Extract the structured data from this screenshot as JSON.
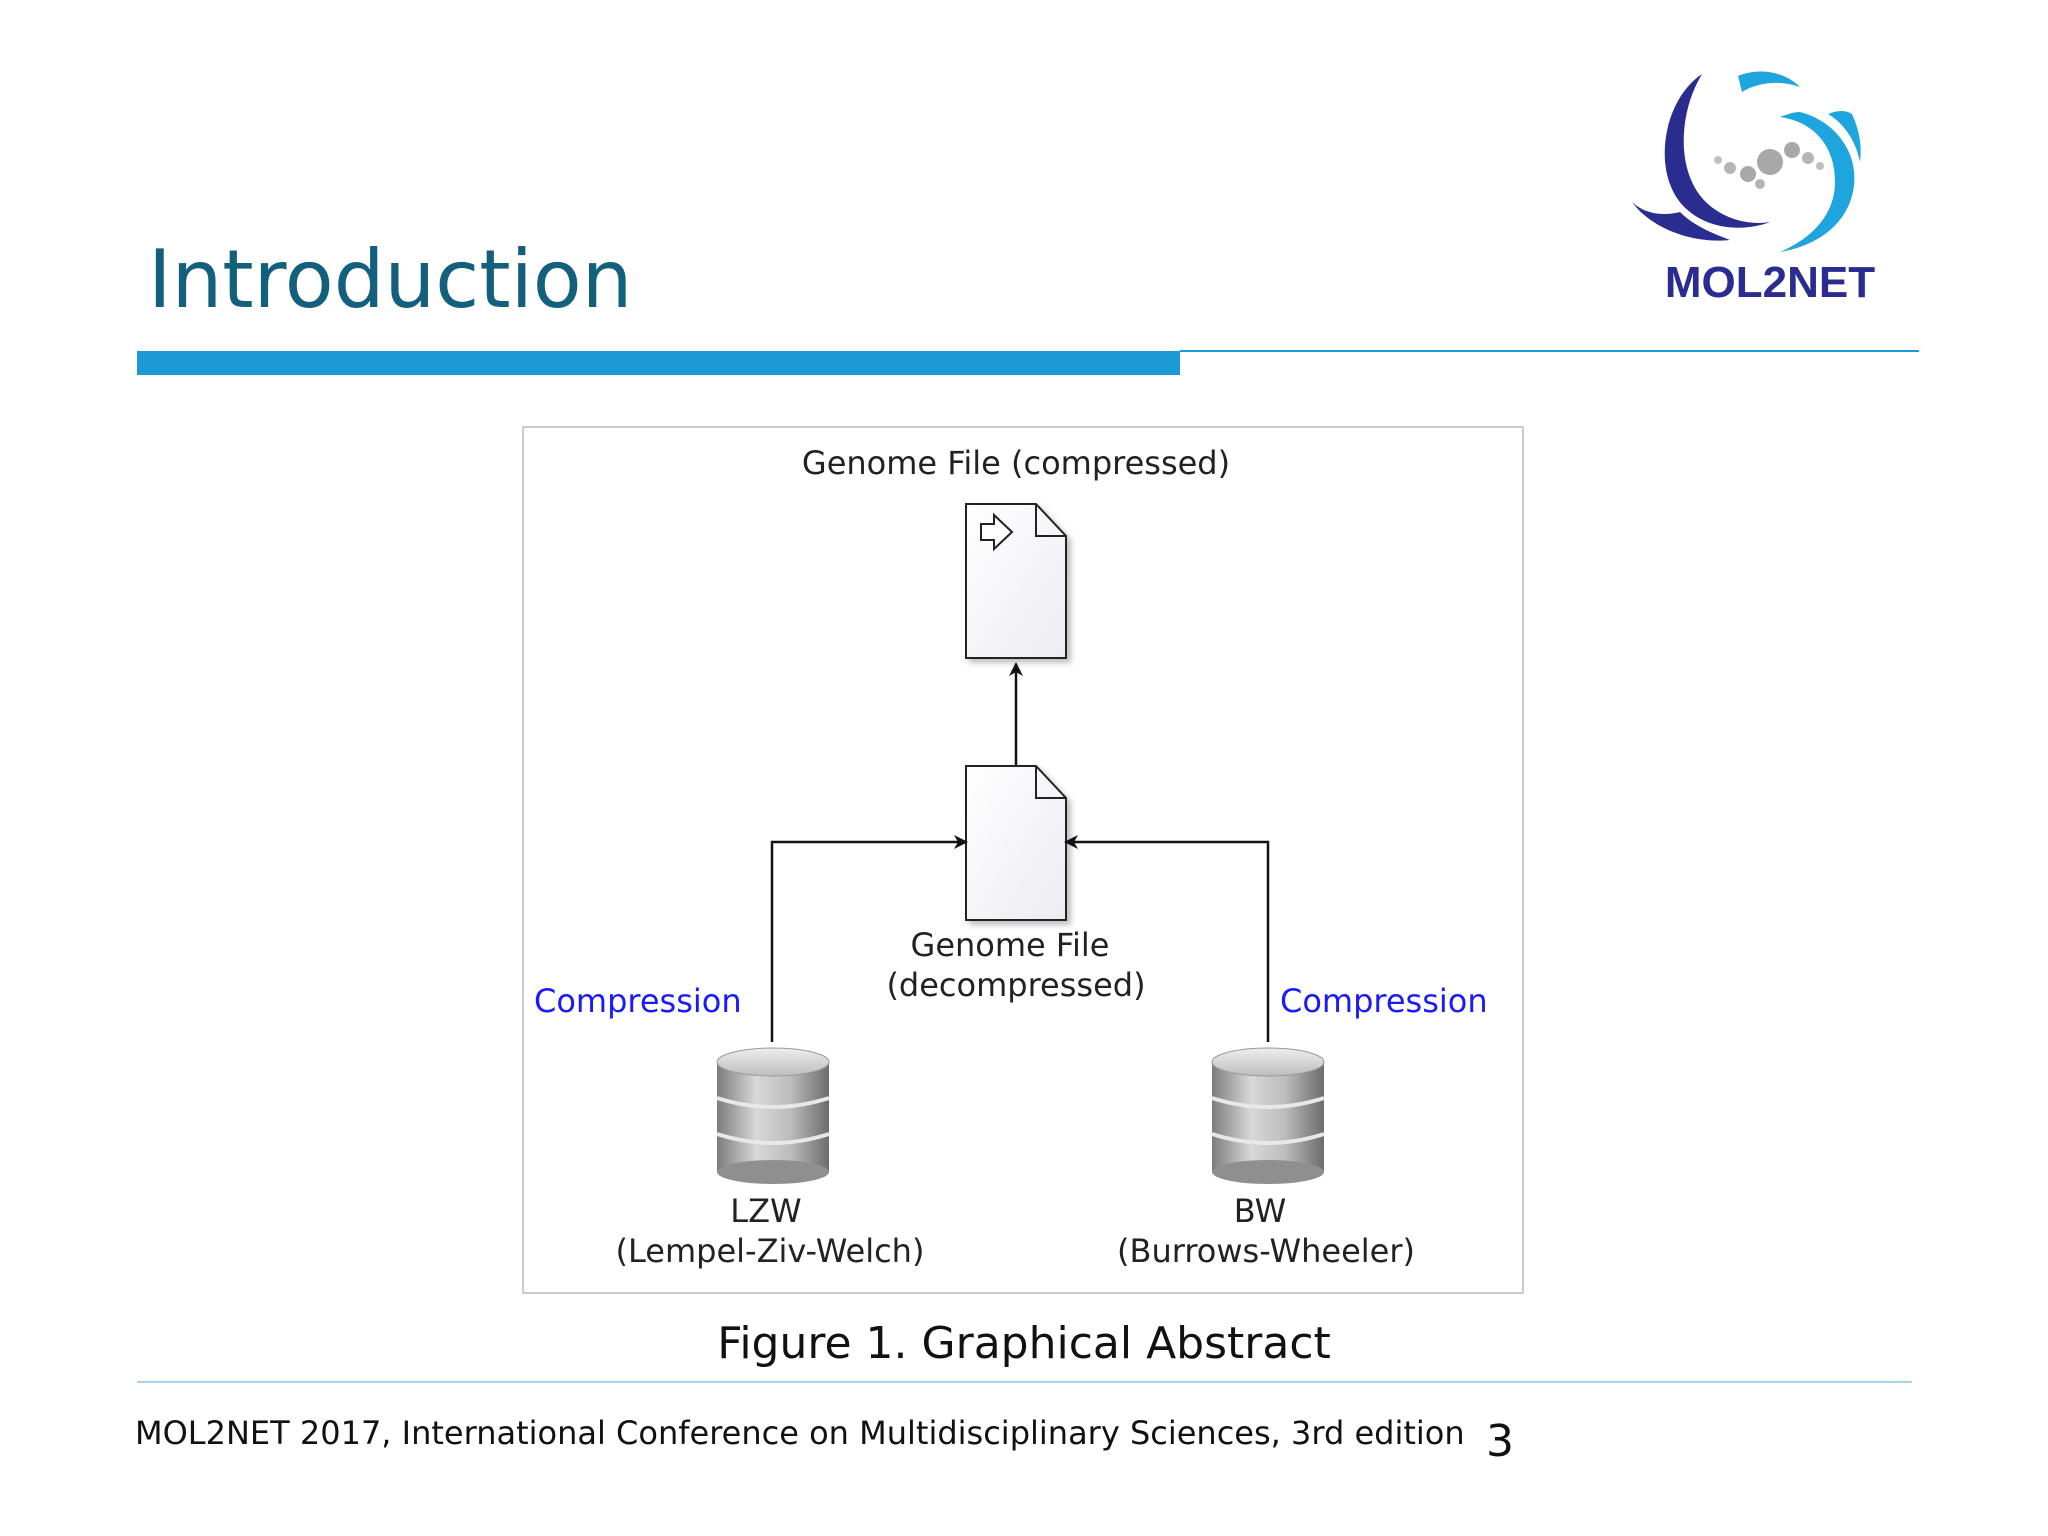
{
  "slide": {
    "title": "Introduction",
    "page_number": "3"
  },
  "logo": {
    "text": "MOL2NET",
    "icon": "mol2net-swirl-logo-icon",
    "colors": {
      "navy": "#2b2c8f",
      "cyan": "#1fa5de",
      "dots": "#a8a8a8"
    }
  },
  "diagram": {
    "top_label": "Genome File  (compressed)",
    "middle_label_line1": "Genome File",
    "middle_label_line2": "(decompressed)",
    "left_edge_label": "Compression",
    "right_edge_label": "Compression",
    "left_db_line1": "LZW",
    "left_db_line2": "(Lempel-Ziv-Welch)",
    "right_db_line1": "BW",
    "right_db_line2": "(Burrows-Wheeler)",
    "icons": {
      "compressed_file": "compressed-file-icon",
      "decompressed_file": "file-icon",
      "database": "database-icon"
    },
    "colors": {
      "edge_label": "#1a1aff",
      "text": "#222222",
      "border": "#cccccc"
    }
  },
  "figure": {
    "caption": "Figure 1. Graphical Abstract"
  },
  "footer": {
    "text": "MOL2NET 2017, International Conference on Multidisciplinary Sciences, 3rd edition"
  },
  "colors": {
    "title": "#13607c",
    "accent_bar": "#1d9ad6",
    "footer_rule": "#a9d3e6"
  }
}
